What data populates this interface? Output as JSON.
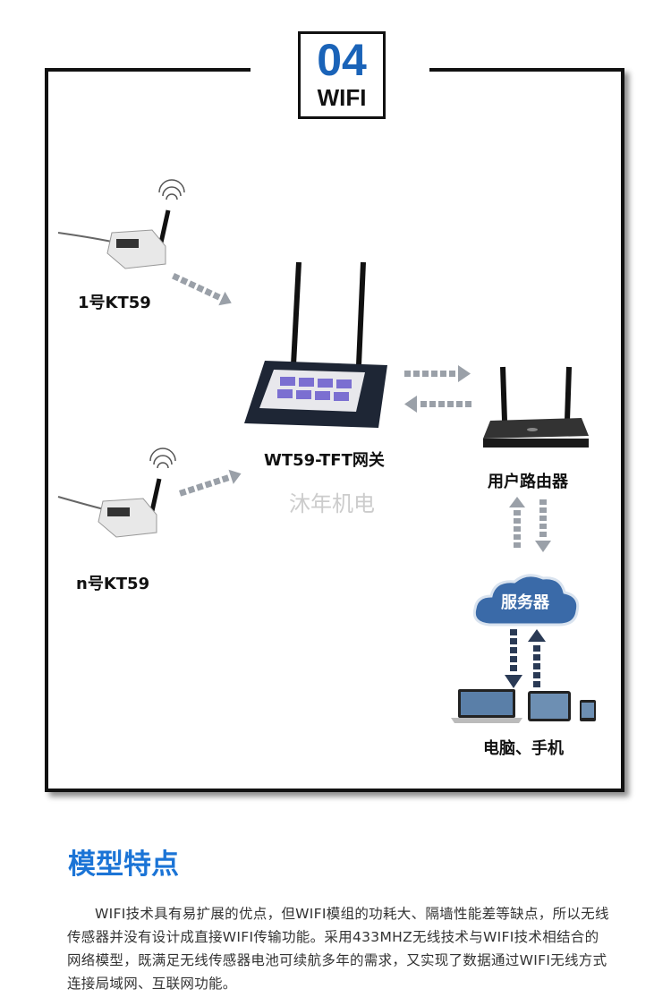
{
  "badge": {
    "number": "04",
    "label": "WIFI"
  },
  "nodes": {
    "sensor1": "1号KT59",
    "sensorN": "n号KT59",
    "gateway": "WT59-TFT网关",
    "router": "用户路由器",
    "server": "服务器",
    "clients": "电脑、手机"
  },
  "watermark": "沐年机电",
  "section": {
    "title": "模型特点",
    "paragraph": "WIFI技术具有易扩展的优点，但WIFI模组的功耗大、隔墙性能差等缺点，所以无线传感器并没有设计成直接WIFI传输功能。采用433MHZ无线技术与WIFI技术相结合的网络模型，既满足无线传感器电池可续航多年的需求，又实现了数据通过WIFI无线方式连接局域网、互联网功能。"
  },
  "colors": {
    "accent": "#1b74d6",
    "arrow": "#8a9099",
    "cloud": "#2f5c96"
  }
}
